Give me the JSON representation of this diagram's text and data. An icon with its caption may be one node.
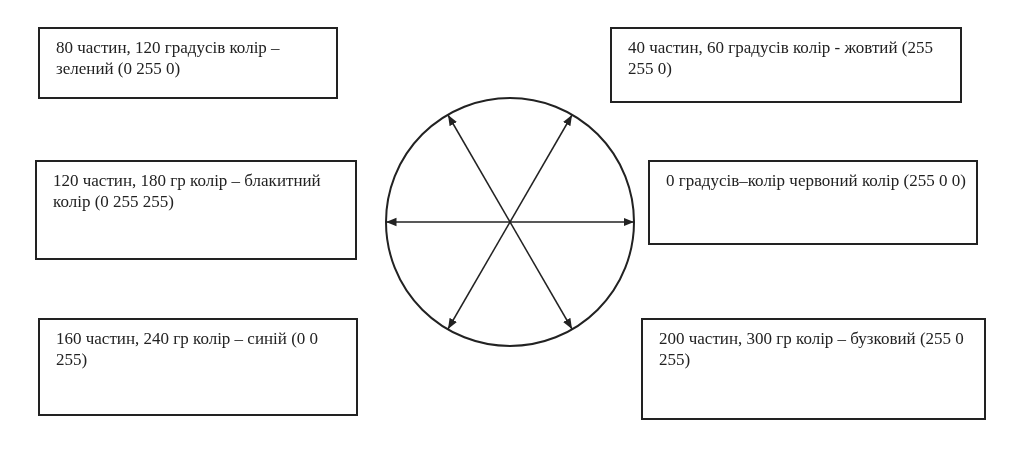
{
  "diagram": {
    "nodes": [
      {
        "text": [
          "80 частин, 120 градусів колір –зелений (0 255 0)"
        ]
      },
      {
        "text": [
          "40 частин, 60 градусів колір - жовтий (255 255 0)"
        ]
      },
      {
        "text": [
          "120 частин, 180 гр колір – блакитний колір (0 255 255)"
        ]
      },
      {
        "text": [
          "0 градусів–колір червоний колір (255 0 0)"
        ]
      },
      {
        "text": [
          "160 частин, 240 гр колір – синій (0 0 255)"
        ]
      },
      {
        "text": [
          "200 частин, 300 гр колір – бузковий (255 0 255)"
        ]
      }
    ]
  }
}
